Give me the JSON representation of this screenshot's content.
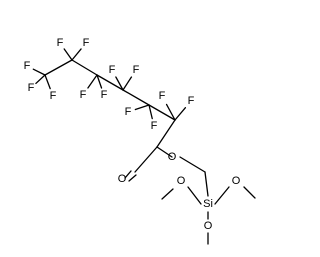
{
  "molecule": {
    "atom_labels": {
      "fluorine": "F",
      "oxygen": "O",
      "silicon": "Si"
    }
  },
  "colors": {
    "bond": "#000000",
    "label": "#000000",
    "background": "#ffffff"
  }
}
